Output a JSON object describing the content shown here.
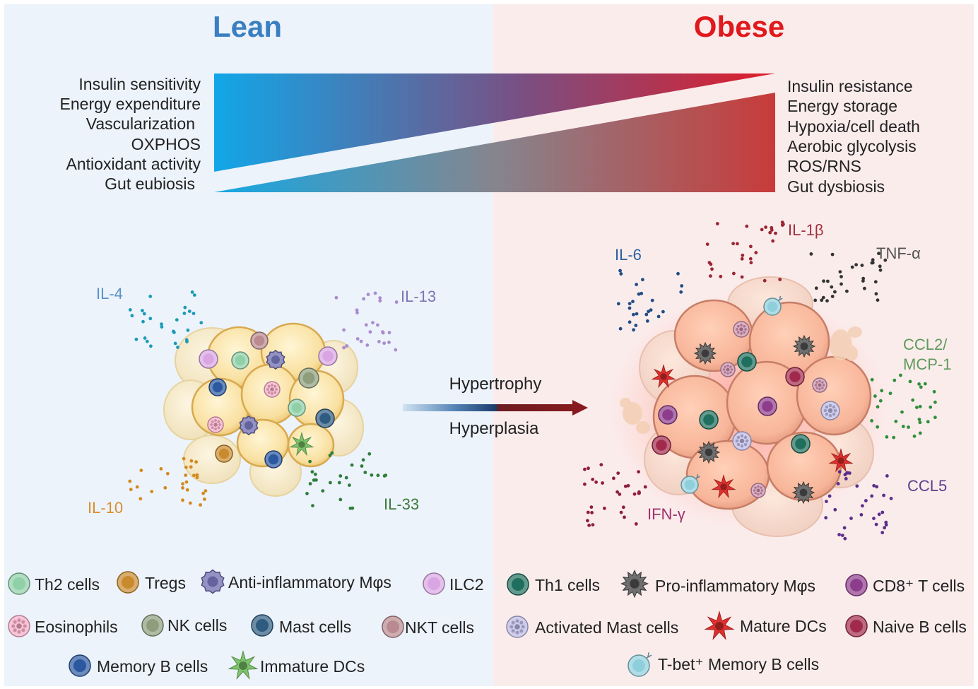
{
  "headers": {
    "left": "Lean",
    "right": "Obese"
  },
  "colors": {
    "lean_title": "#3a7fc1",
    "obese_title": "#e0191c",
    "lean_bg": "#edf3fb",
    "obese_bg": "#fbecec"
  },
  "lean_traits": [
    "Insulin sensitivity",
    "Energy expenditure",
    "Vascularization",
    "OXPHOS",
    "Antioxidant activity",
    "Gut eubiosis"
  ],
  "obese_traits": [
    "Insulin resistance",
    "Energy storage",
    "Hypoxia/cell death",
    "Aerobic glycolysis",
    "ROS/RNS",
    "Gut dysbiosis"
  ],
  "transition": {
    "top": "Hypertrophy",
    "bottom": "Hyperplasia"
  },
  "lean_cytokines": [
    {
      "label": "IL-4",
      "color": "#5a93c8",
      "dot": "#1b9bb6"
    },
    {
      "label": "IL-13",
      "color": "#7a76b4",
      "dot": "#a98ccd"
    },
    {
      "label": "IL-10",
      "color": "#d78f2c",
      "dot": "#d38a1e"
    },
    {
      "label": "IL-33",
      "color": "#3d7a3f",
      "dot": "#2e7d3a"
    }
  ],
  "obese_cytokines": [
    {
      "label": "IL-6",
      "color": "#2b5f9e",
      "dot": "#1f4d86"
    },
    {
      "label": "IL-1β",
      "color": "#a0303d",
      "dot": "#9b2633"
    },
    {
      "label": "TNF-α",
      "color": "#555555",
      "dot": "#333333"
    },
    {
      "label": "CCL2/",
      "color": "#5e9a5a",
      "dot": "#2f8f3a"
    },
    {
      "label": "MCP-1",
      "color": "#5e9a5a",
      "dot": "#2f8f3a"
    },
    {
      "label": "CCL5",
      "color": "#5c3f8e",
      "dot": "#5a2f8a"
    },
    {
      "label": "IFN-γ",
      "color": "#a0306e",
      "dot": "#8e1d3e"
    }
  ],
  "lean_legend": [
    {
      "label": "Th2 cells",
      "icon": "th2-cell-icon",
      "color": "#8fd0a8"
    },
    {
      "label": "Tregs",
      "icon": "treg-cell-icon",
      "color": "#c98a2e"
    },
    {
      "label": "Anti-inflammatory Mφs",
      "icon": "anti-inflammatory-macrophage-icon",
      "color": "#6f6eb0"
    },
    {
      "label": "ILC2",
      "icon": "ilc2-cell-icon",
      "color": "#d9a6e3"
    },
    {
      "label": "Eosinophils",
      "icon": "eosinophil-icon",
      "color": "#f1a5c0"
    },
    {
      "label": "NK cells",
      "icon": "nk-cell-icon",
      "color": "#8e9e7d"
    },
    {
      "label": "Mast cells",
      "icon": "mast-cell-icon",
      "color": "#2f5b80"
    },
    {
      "label": "NKT cells",
      "icon": "nkt-cell-icon",
      "color": "#b98a90"
    },
    {
      "label": "Memory B cells",
      "icon": "memory-b-cell-icon",
      "color": "#2c58a0"
    },
    {
      "label": "Immature DCs",
      "icon": "immature-dc-icon",
      "color": "#7cc56a"
    }
  ],
  "obese_legend": [
    {
      "label": "Th1 cells",
      "icon": "th1-cell-icon",
      "color": "#1f6e5e"
    },
    {
      "label": "Pro-inflammatory Mφs",
      "icon": "pro-inflammatory-macrophage-icon",
      "color": "#555555"
    },
    {
      "label": "CD8⁺ T cells",
      "icon": "cd8-t-cell-icon",
      "color": "#8e3c8c"
    },
    {
      "label": "Activated Mast cells",
      "icon": "activated-mast-cell-icon",
      "color": "#b6b3e0"
    },
    {
      "label": "Mature DCs",
      "icon": "mature-dc-icon",
      "color": "#e0302e"
    },
    {
      "label": "Naive B cells",
      "icon": "naive-b-cell-icon",
      "color": "#a12a4c"
    },
    {
      "label": "T-bet⁺ Memory B cells",
      "icon": "tbet-memory-b-cell-icon",
      "color": "#8fcfdc"
    }
  ]
}
